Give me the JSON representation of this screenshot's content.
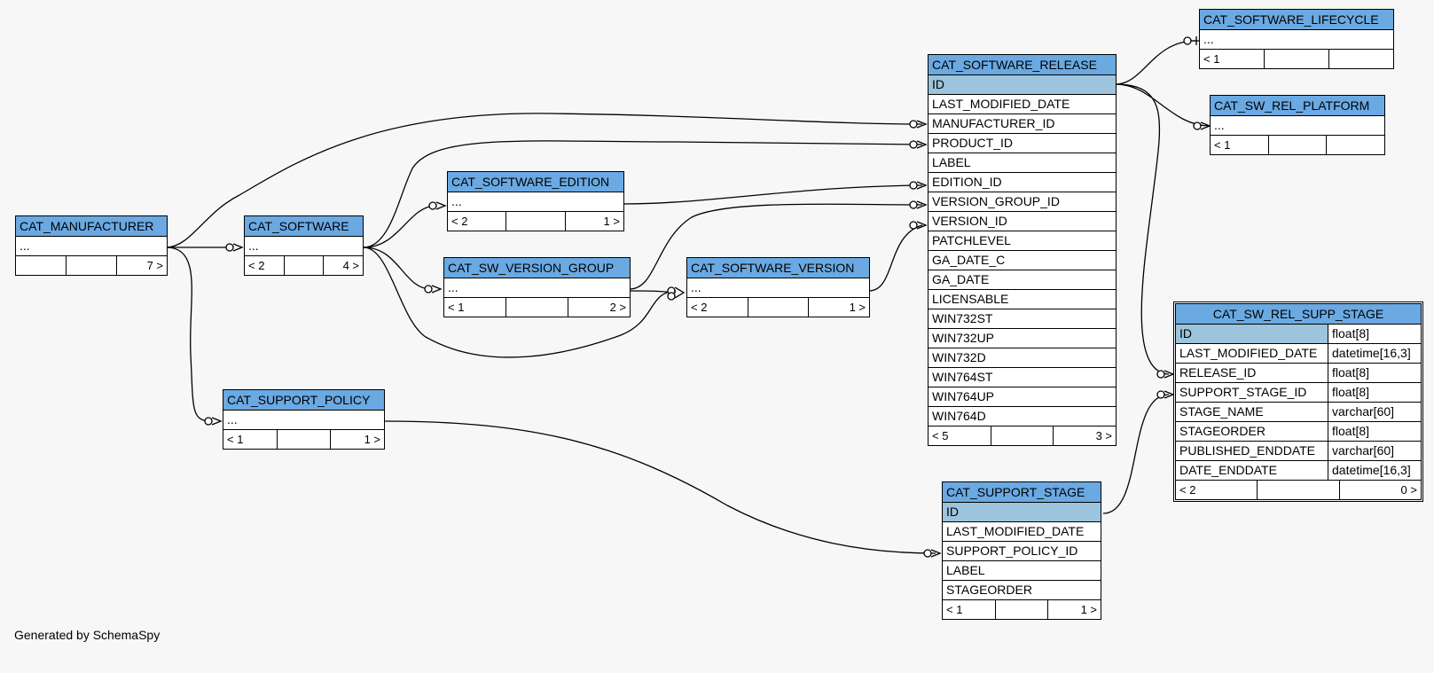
{
  "footer": "Generated by SchemaSpy",
  "colors": {
    "header": "#6aa9e2",
    "primary_key": "#9cc4dc",
    "background": "#f7f7f7"
  },
  "tables": {
    "cat_manufacturer": {
      "name": "CAT_MANUFACTURER",
      "rows": [
        "..."
      ],
      "foot": [
        "",
        "",
        "7 >"
      ]
    },
    "cat_software": {
      "name": "CAT_SOFTWARE",
      "rows": [
        "..."
      ],
      "foot": [
        "< 2",
        "",
        "4 >"
      ]
    },
    "cat_software_edition": {
      "name": "CAT_SOFTWARE_EDITION",
      "rows": [
        "..."
      ],
      "foot": [
        "< 2",
        "",
        "1 >"
      ]
    },
    "cat_sw_version_group": {
      "name": "CAT_SW_VERSION_GROUP",
      "rows": [
        "..."
      ],
      "foot": [
        "< 1",
        "",
        "2 >"
      ]
    },
    "cat_software_version": {
      "name": "CAT_SOFTWARE_VERSION",
      "rows": [
        "..."
      ],
      "foot": [
        "< 2",
        "",
        "1 >"
      ]
    },
    "cat_support_policy": {
      "name": "CAT_SUPPORT_POLICY",
      "rows": [
        "..."
      ],
      "foot": [
        "< 1",
        "",
        "1 >"
      ]
    },
    "cat_software_release": {
      "name": "CAT_SOFTWARE_RELEASE",
      "rows": [
        "ID",
        "LAST_MODIFIED_DATE",
        "MANUFACTURER_ID",
        "PRODUCT_ID",
        "LABEL",
        "EDITION_ID",
        "VERSION_GROUP_ID",
        "VERSION_ID",
        "PATCHLEVEL",
        "GA_DATE_C",
        "GA_DATE",
        "LICENSABLE",
        "WIN732ST",
        "WIN732UP",
        "WIN732D",
        "WIN764ST",
        "WIN764UP",
        "WIN764D"
      ],
      "foot": [
        "< 5",
        "",
        "3 >"
      ]
    },
    "cat_software_lifecycle": {
      "name": "CAT_SOFTWARE_LIFECYCLE",
      "rows": [
        "..."
      ],
      "foot": [
        "< 1",
        "",
        ""
      ]
    },
    "cat_sw_rel_platform": {
      "name": "CAT_SW_REL_PLATFORM",
      "rows": [
        "..."
      ],
      "foot": [
        "< 1",
        "",
        ""
      ]
    },
    "cat_support_stage": {
      "name": "CAT_SUPPORT_STAGE",
      "rows": [
        "ID",
        "LAST_MODIFIED_DATE",
        "SUPPORT_POLICY_ID",
        "LABEL",
        "STAGEORDER"
      ],
      "foot": [
        "< 1",
        "",
        "1 >"
      ]
    },
    "cat_sw_rel_supp_stage": {
      "name": "CAT_SW_REL_SUPP_STAGE",
      "rows": [
        {
          "name": "ID",
          "type": "float[8]"
        },
        {
          "name": "LAST_MODIFIED_DATE",
          "type": "datetime[16,3]"
        },
        {
          "name": "RELEASE_ID",
          "type": "float[8]"
        },
        {
          "name": "SUPPORT_STAGE_ID",
          "type": "float[8]"
        },
        {
          "name": "STAGE_NAME",
          "type": "varchar[60]"
        },
        {
          "name": "STAGEORDER",
          "type": "float[8]"
        },
        {
          "name": "PUBLISHED_ENDDATE",
          "type": "varchar[60]"
        },
        {
          "name": "DATE_ENDDATE",
          "type": "datetime[16,3]"
        }
      ],
      "foot": [
        "< 2",
        "",
        "0 >"
      ]
    }
  }
}
